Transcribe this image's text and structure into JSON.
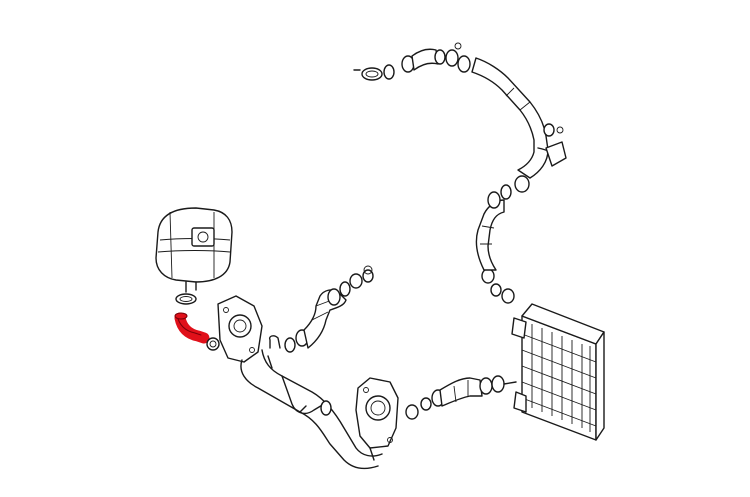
{
  "diagram": {
    "parts": [
      {
        "name": "expansion-tank"
      },
      {
        "name": "highlighted-hose",
        "color": "#e0101a"
      },
      {
        "name": "upper-charge-pipe"
      },
      {
        "name": "intercooler"
      },
      {
        "name": "turbo-flange-left"
      },
      {
        "name": "turbo-flange-right"
      },
      {
        "name": "lower-y-pipe"
      }
    ],
    "colors": {
      "line": "#1a1a1a",
      "highlight": "#e0101a",
      "background": "#ffffff"
    }
  }
}
